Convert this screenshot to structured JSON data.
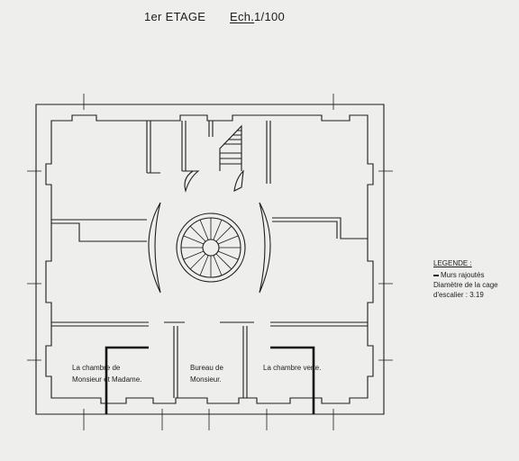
{
  "header": {
    "floor": "1er  ETAGE",
    "scale_label": "Ech.",
    "scale_value": "1/100"
  },
  "rooms": [
    {
      "line1": "La chambre de",
      "line2": "Monsieur et Madame."
    },
    {
      "line1": "Bureau de",
      "line2": "Monsieur."
    },
    {
      "line1": "La chambre verte."
    }
  ],
  "legend": {
    "title": "LEGENDE :",
    "item_added_walls": "Murs rajoutés",
    "stair_line1": "Diamètre de la cage",
    "stair_line2": "d'escalier : 3.19"
  },
  "colors": {
    "paper": "#eeeeec",
    "ink": "#1d1d1d",
    "added_wall": "#111111"
  }
}
